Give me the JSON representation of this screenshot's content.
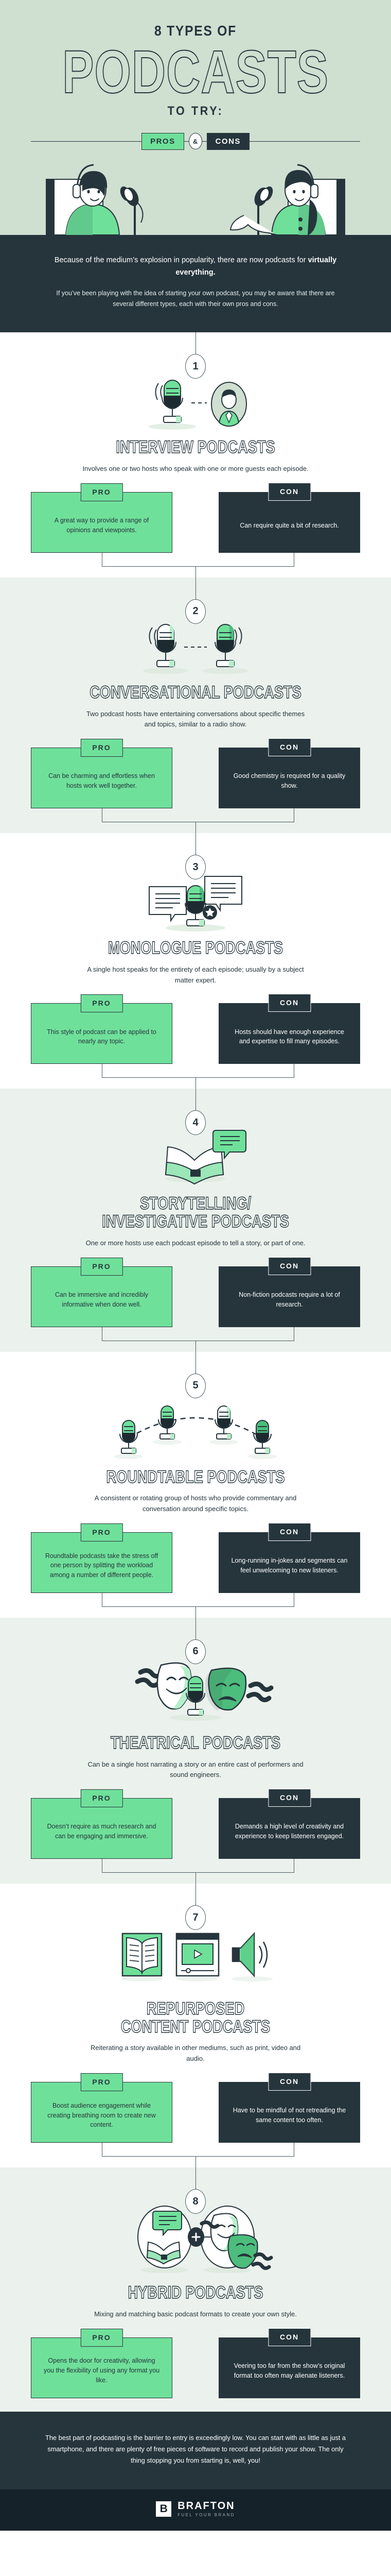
{
  "header": {
    "kicker": "8 TYPES OF",
    "title": "PODCASTS",
    "subkicker": "TO TRY:",
    "ribbon": {
      "pro_label": "PROS",
      "amp": "&",
      "con_label": "CONS"
    },
    "illustration_name": "two-podcast-hosts-illustration"
  },
  "intro": {
    "lead_plain": "Because of the medium’s explosion in popularity, there are now podcasts for ",
    "lead_bold": "virtually everything.",
    "sub": "If you’ve been playing with the idea of starting your own podcast, you may be aware that there are several different types, each with their own pros and cons."
  },
  "sections": [
    {
      "number": "1",
      "title": "INTERVIEW PODCASTS",
      "desc": "Involves one or two hosts who speak with one or more guests each episode.",
      "icon": "microphone-and-guest-avatar-icon",
      "pro_label": "PRO",
      "con_label": "CON",
      "pro": "A great way to provide a range of opinions and viewpoints.",
      "con": "Can require quite a bit of research."
    },
    {
      "number": "2",
      "title": "CONVERSATIONAL PODCASTS",
      "desc": "Two podcast hosts have entertaining conversations about specific themes and topics, similar to a radio show.",
      "icon": "two-microphones-icon",
      "pro_label": "PRO",
      "con_label": "CON",
      "pro": "Can be charming and effortless when hosts work well together.",
      "con": "Good chemistry is required for a quality show."
    },
    {
      "number": "3",
      "title": "MONOLOGUE PODCASTS",
      "desc": "A single host speaks for the entirety of each episode; usually by a subject matter expert.",
      "icon": "microphone-with-speech-bubbles-icon",
      "pro_label": "PRO",
      "con_label": "CON",
      "pro": "This style of podcast can be applied to nearly any topic.",
      "con": "Hosts should have enough experience and expertise to fill many episodes."
    },
    {
      "number": "4",
      "title": "STORYTELLING/\nINVESTIGATIVE PODCASTS",
      "desc": "One or more hosts use each podcast episode to tell a story, or part of one.",
      "icon": "open-book-with-speech-bubble-icon",
      "pro_label": "PRO",
      "con_label": "CON",
      "pro": "Can be immersive and incredibly informative when done well.",
      "con": "Non-fiction podcasts require a lot of research."
    },
    {
      "number": "5",
      "title": "ROUNDTABLE PODCASTS",
      "desc": "A consistent or rotating group of hosts who provide commentary and conversation around specific topics.",
      "icon": "four-microphones-arc-icon",
      "pro_label": "PRO",
      "con_label": "CON",
      "pro": "Roundtable podcasts take the stress off one person by splitting the workload among a number of different people.",
      "con": "Long-running in-jokes and segments can feel unwelcoming to new listeners."
    },
    {
      "number": "6",
      "title": "THEATRICAL PODCASTS",
      "desc": "Can be a single host narrating a story or an entire cast of performers and sound engineers.",
      "icon": "theatre-masks-with-microphone-icon",
      "pro_label": "PRO",
      "con_label": "CON",
      "pro": "Doesn’t require as much research and can be engaging and immersive.",
      "con": "Demands a high level of creativity and experience to keep listeners engaged."
    },
    {
      "number": "7",
      "title": "REPURPOSED\nCONTENT PODCASTS",
      "desc": "Reiterating a story available in other mediums, such as print, video and audio.",
      "icon": "book-video-speaker-icon",
      "pro_label": "PRO",
      "con_label": "CON",
      "pro": "Boost audience engagement while creating breathing room to create new content.",
      "con": "Have to be mindful of not retreading the same content too often."
    },
    {
      "number": "8",
      "title": "HYBRID PODCASTS",
      "desc": "Mixing and matching basic podcast formats to create your own style.",
      "icon": "book-plus-masks-hybrid-icon",
      "pro_label": "PRO",
      "con_label": "CON",
      "pro": "Opens the door for creativity, allowing you the flexibility of using any format you like.",
      "con": "Veering too far from the show’s original format too often may alienate listeners."
    }
  ],
  "outro": {
    "text": "The best part of podcasting is the barrier to entry is exceedingly low. You can start with as little as just a smartphone, and there are plenty of free pieces of software to record and publish your show. The only thing stopping you from starting is, well, you!"
  },
  "footer": {
    "logo_mark": "B",
    "brand": "BRAFTON",
    "tagline": "FUEL YOUR BRAND"
  },
  "colors": {
    "header_bg": "#cfdfd0",
    "dark": "#26353c",
    "green": "#6fe09a",
    "mint": "#ebf1ec"
  }
}
